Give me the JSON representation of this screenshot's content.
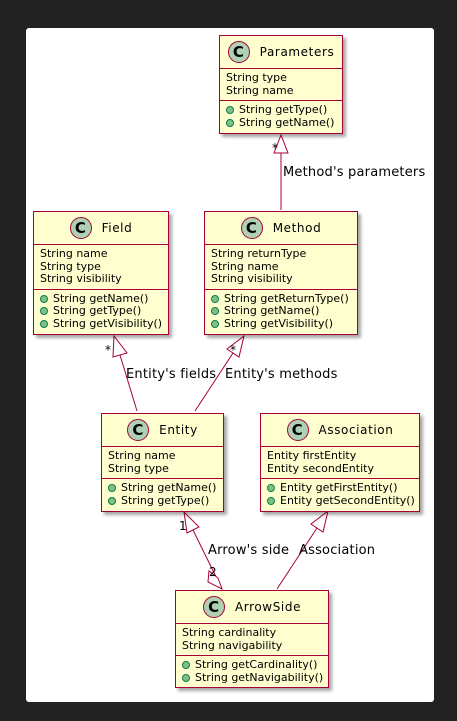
{
  "colors": {
    "background": "#222222",
    "canvas": "#ffffff",
    "class_fill": "#fefece",
    "border": "#a80036",
    "icon_fill": "#add1b2",
    "method_dot": "#84be84"
  },
  "classes": {
    "parameters": {
      "icon": "C",
      "name": "Parameters",
      "fields": [
        "String type",
        "String name"
      ],
      "methods": [
        "String getType()",
        "String getName()"
      ]
    },
    "field": {
      "icon": "C",
      "name": "Field",
      "fields": [
        "String name",
        "String type",
        "String visibility"
      ],
      "methods": [
        "String getName()",
        "String getType()",
        "String getVisibility()"
      ]
    },
    "method": {
      "icon": "C",
      "name": "Method",
      "fields": [
        "String returnType",
        "String name",
        "String visibility"
      ],
      "methods": [
        "String getReturnType()",
        "String getName()",
        "String getVisibility()"
      ]
    },
    "entity": {
      "icon": "C",
      "name": "Entity",
      "fields": [
        "String name",
        "String type"
      ],
      "methods": [
        "String getName()",
        "String getType()"
      ]
    },
    "association": {
      "icon": "C",
      "name": "Association",
      "fields": [
        "Entity firstEntity",
        "Entity secondEntity"
      ],
      "methods": [
        "Entity getFirstEntity()",
        "Entity getSecondEntity()"
      ]
    },
    "arrowside": {
      "icon": "C",
      "name": "ArrowSide",
      "fields": [
        "String cardinality",
        "String navigability"
      ],
      "methods": [
        "String getCardinality()",
        "String getNavigability()"
      ]
    }
  },
  "relations": {
    "method_params": {
      "label": "Method's parameters",
      "mult": "*"
    },
    "entity_fields": {
      "label": "Entity's fields",
      "mult": "*"
    },
    "entity_methods": {
      "label": "Entity's methods",
      "mult": "*"
    },
    "arrow_side": {
      "label": "Arrow's side",
      "mult_source": "1",
      "mult_target": "2"
    },
    "association": {
      "label": "Association"
    }
  }
}
